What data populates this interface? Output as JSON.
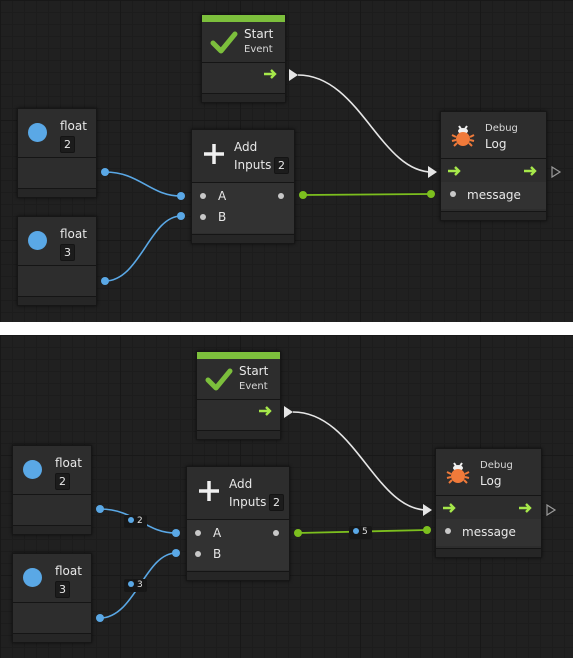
{
  "colors": {
    "background": "#202020",
    "node_body": "#2d2d2d",
    "event_accent": "#7cbf3c",
    "float_port": "#5aa8e6",
    "green_wire": "#7cbf1e",
    "flow_wire": "#e6e6e6",
    "debug_bug": "#f07a3a"
  },
  "icons": {
    "start": "checkmark-icon",
    "add": "plus-icon",
    "debug": "bug-icon",
    "flow_port": "arrow-right-icon",
    "flow_end": "triangle-outline-icon"
  },
  "panels": [
    {
      "start_node": {
        "title": "Start",
        "subtitle": "Event"
      },
      "float_a": {
        "label": "float",
        "value": "2"
      },
      "float_b": {
        "label": "float",
        "value": "3"
      },
      "add_node": {
        "title": "Add",
        "inputs_label": "Inputs",
        "inputs_count": "2",
        "input_a": "A",
        "input_b": "B"
      },
      "log_node": {
        "subtitle": "Debug",
        "title": "Log",
        "message_label": "message"
      }
    },
    {
      "start_node": {
        "title": "Start",
        "subtitle": "Event"
      },
      "float_a": {
        "label": "float",
        "value": "2"
      },
      "float_b": {
        "label": "float",
        "value": "3"
      },
      "add_node": {
        "title": "Add",
        "inputs_label": "Inputs",
        "inputs_count": "2",
        "input_a": "A",
        "input_b": "B"
      },
      "log_node": {
        "subtitle": "Debug",
        "title": "Log",
        "message_label": "message"
      },
      "wire_values": {
        "a": "2",
        "b": "3",
        "result": "5"
      }
    }
  ]
}
